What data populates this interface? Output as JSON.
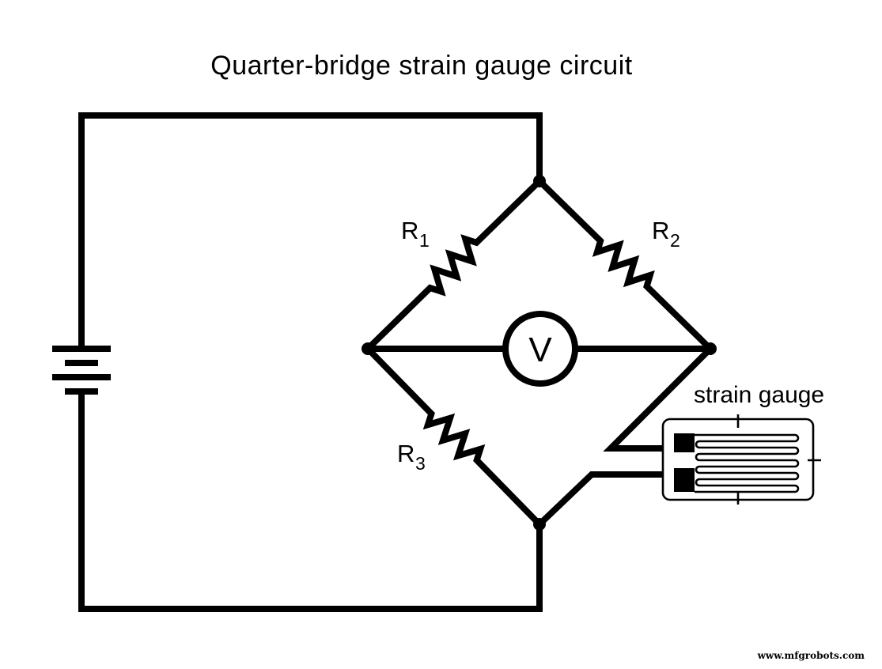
{
  "title": "Quarter-bridge strain gauge circuit",
  "watermark": "www.mfgrobots.com",
  "diagram_type": "circuit schematic",
  "voltmeter": {
    "label": "V"
  },
  "strain_gauge": {
    "label": "strain gauge"
  },
  "resistors": [
    {
      "base": "R",
      "sub": "1"
    },
    {
      "base": "R",
      "sub": "2"
    },
    {
      "base": "R",
      "sub": "3"
    }
  ],
  "colors": {
    "ink": "#000000",
    "background": "#ffffff"
  }
}
